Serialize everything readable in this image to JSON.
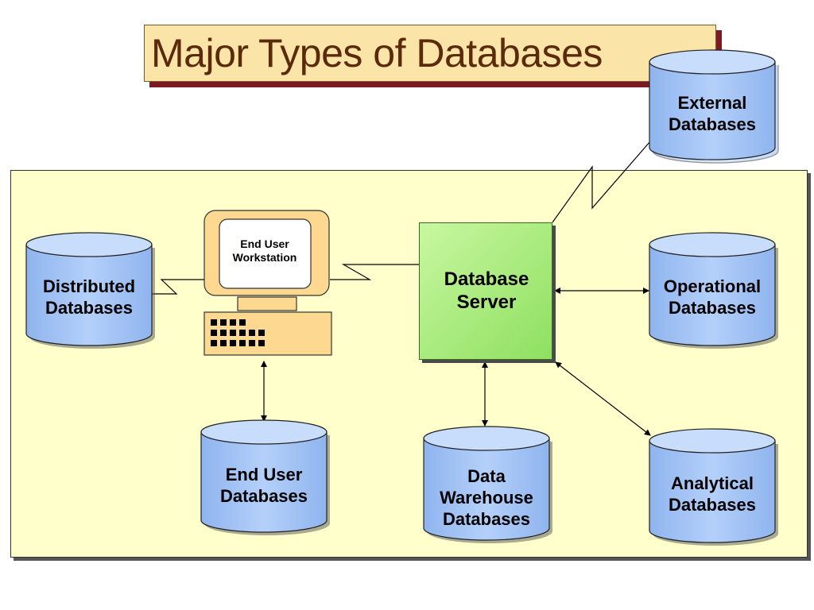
{
  "title": "Major Types of Databases",
  "server": {
    "line1": "Database",
    "line2": "Server"
  },
  "workstation": {
    "line1": "End User",
    "line2": "Workstation"
  },
  "databases": {
    "external": {
      "line1": "External",
      "line2": "Databases"
    },
    "distributed": {
      "line1": "Distributed",
      "line2": "Databases"
    },
    "operational": {
      "line1": "Operational",
      "line2": "Databases"
    },
    "end_user": {
      "line1": "End User",
      "line2": "Databases"
    },
    "warehouse": {
      "line1": "Data",
      "line2": "Warehouse",
      "line3": "Databases"
    },
    "analytical": {
      "line1": "Analytical",
      "line2": "Databases"
    }
  },
  "colors": {
    "cylinder_fill": "#a8c8f8",
    "cylinder_top": "#c8ddfb",
    "server_fill": "#a8ec80",
    "panel_fill": "#ffffcc",
    "title_fill": "#fbe4a8",
    "title_shadow": "#7a1c24",
    "workstation_fill": "#fcd890"
  }
}
